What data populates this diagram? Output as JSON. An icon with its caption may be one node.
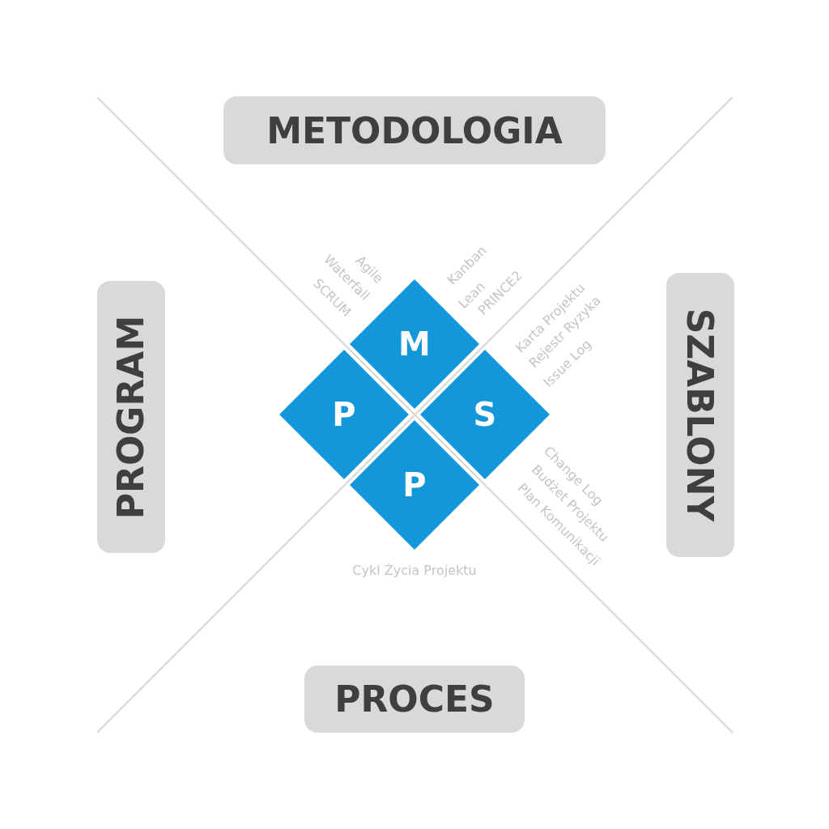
{
  "diagram": {
    "nodes": [
      {
        "text": [
          "METODOLOGIA"
        ]
      },
      {
        "text": [
          "PROGRAM"
        ]
      },
      {
        "text": [
          "SZABLONY"
        ]
      },
      {
        "text": [
          "M"
        ]
      },
      {
        "text": [
          "P"
        ]
      },
      {
        "text": [
          "S"
        ]
      },
      {
        "text": [
          "P"
        ]
      },
      {
        "text": [
          "PROCES"
        ]
      }
    ],
    "edges": [],
    "labels": [
      "Agile",
      "Waterfall",
      "SCRUM",
      "Kanban",
      "Lean",
      "PRINCE2",
      "Karta Projektu",
      "Rejestr Ryzyka",
      "Issue Log",
      "Change Log",
      "Budżet Projektu",
      "Plan Komunikacji",
      "Cykl Życia Projektu"
    ]
  }
}
